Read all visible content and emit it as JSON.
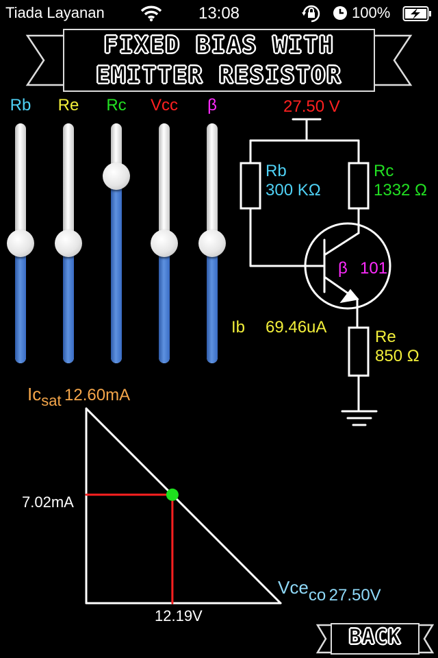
{
  "status_bar": {
    "carrier": "Tiada Layanan",
    "time": "13:08",
    "battery": "100%",
    "icons": [
      "wifi-icon",
      "rotation-lock-icon",
      "alarm-icon",
      "battery-charging-icon"
    ]
  },
  "title": {
    "line1": "FIXED BIAS WITH",
    "line2": "EMITTER RESISTOR"
  },
  "sliders": [
    {
      "label": "Rb",
      "color": "#4fd1f5",
      "level": 0.5
    },
    {
      "label": "Re",
      "color": "#f2ef3a",
      "level": 0.5
    },
    {
      "label": "Rc",
      "color": "#22e022",
      "level": 0.78
    },
    {
      "label": "Vcc",
      "color": "#ff2020",
      "level": 0.5
    },
    {
      "label": "β",
      "color": "#ff2bff",
      "level": 0.5
    }
  ],
  "circuit": {
    "vcc": "27.50 V",
    "rb_label": "Rb",
    "rb_value": "300 KΩ",
    "rc_label": "Rc",
    "rc_value": "1332 Ω",
    "beta_label": "β",
    "beta_value": "101",
    "ib_label": "Ib",
    "ib_value": "69.46uA",
    "re_label": "Re",
    "re_value": "850 Ω"
  },
  "load_line": {
    "icsat_main": "Ic",
    "icsat_sub": "sat",
    "icsat_value": "12.60mA",
    "ic_q": "7.02mA",
    "vce_q": "12.19V",
    "vceco_main": "Vce",
    "vceco_sub": "co",
    "vceco_value": "27.50V",
    "icsat_mA": 12.6,
    "ic_q_mA": 7.02,
    "vce_q_V": 12.19,
    "vceco_V": 27.5
  },
  "back_label": "BACK"
}
